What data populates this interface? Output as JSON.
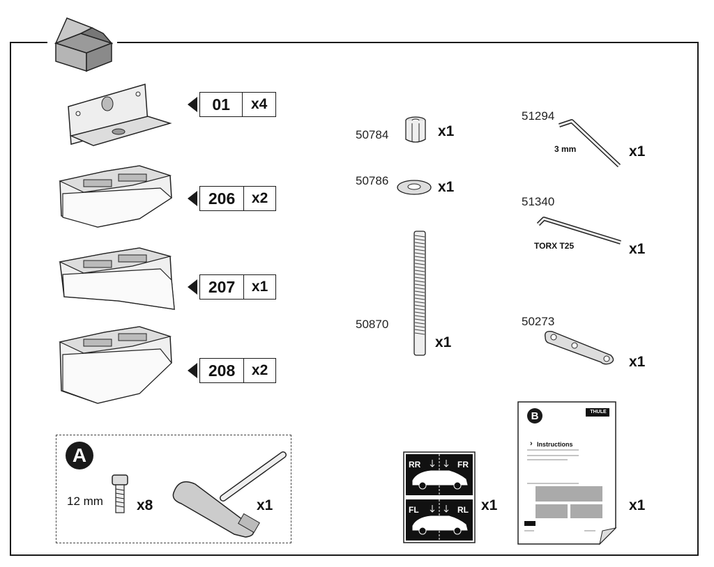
{
  "parts_left": [
    {
      "num": "01",
      "qty": "x4"
    },
    {
      "num": "206",
      "qty": "x2"
    },
    {
      "num": "207",
      "qty": "x1"
    },
    {
      "num": "208",
      "qty": "x2"
    }
  ],
  "parts_mid": [
    {
      "num": "50784",
      "qty": "x1"
    },
    {
      "num": "50786",
      "qty": "x1"
    },
    {
      "num": "50870",
      "qty": "x1"
    }
  ],
  "parts_right": [
    {
      "num": "51294",
      "qty": "x1",
      "note": "3 mm"
    },
    {
      "num": "51340",
      "qty": "x1",
      "note": "TORX T25"
    },
    {
      "num": "50273",
      "qty": "x1"
    }
  ],
  "set_a": {
    "letter": "A",
    "bolt_size": "12 mm",
    "bolt_qty": "x8",
    "tool_qty": "x1"
  },
  "stickers": {
    "qty": "x1",
    "top_left": "RR",
    "top_right": "FR",
    "bottom_left": "FL",
    "bottom_right": "RL"
  },
  "manual": {
    "letter": "B",
    "brand": "THULE",
    "heading": "Instructions",
    "qty": "x1"
  }
}
